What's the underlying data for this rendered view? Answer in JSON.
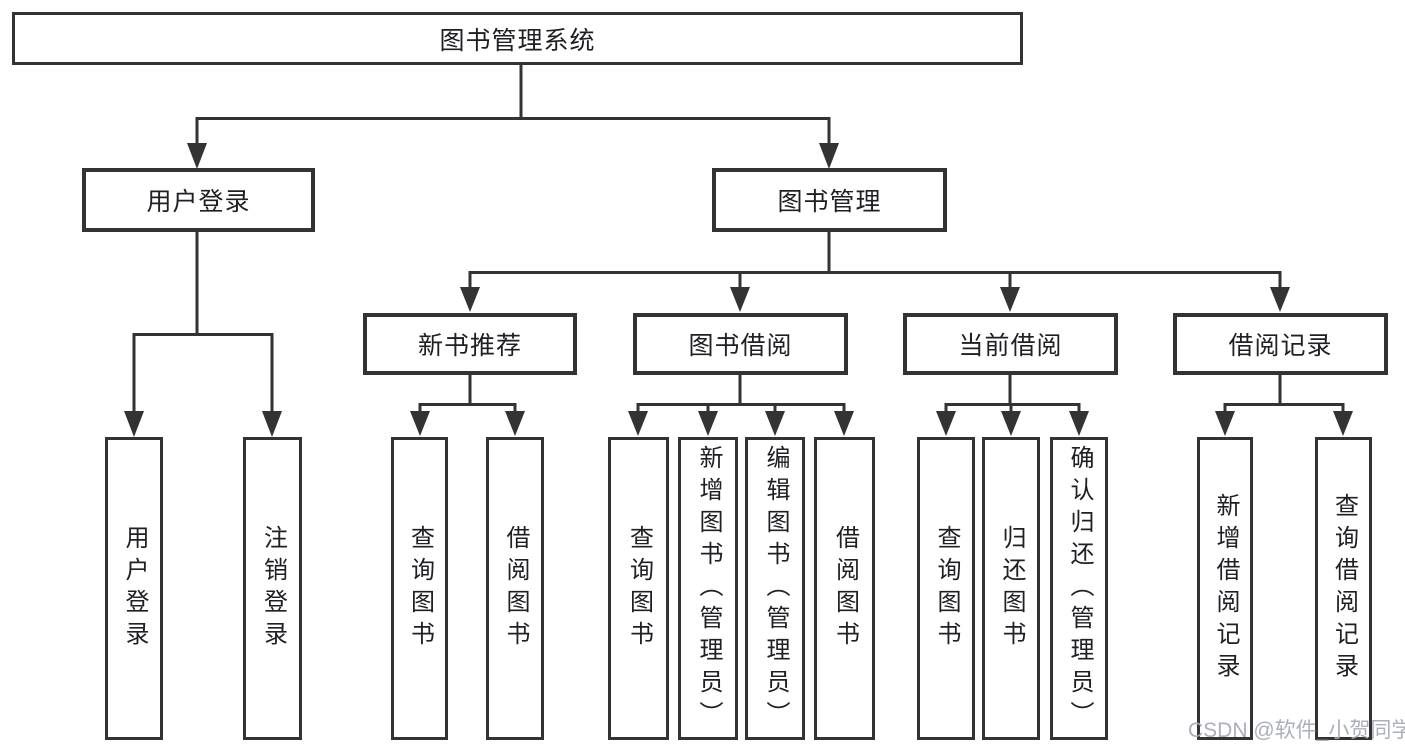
{
  "title": "图书管理系统",
  "watermark": "CSDN @软件_小贺同学",
  "colors": {
    "line": "#333333",
    "text": "#202024",
    "background": "#ffffff",
    "watermark": "#a8aab9"
  },
  "branches": {
    "user_login": {
      "label": "用户登录",
      "leaves": [
        "用户登录",
        "注销登录"
      ]
    },
    "book_management": {
      "label": "图书管理",
      "sections": [
        {
          "label": "新书推荐",
          "leaves": [
            "查询图书",
            "借阅图书"
          ]
        },
        {
          "label": "图书借阅",
          "leaves": [
            "查询图书",
            "新增图书（管理员）",
            "编辑图书（管理员）",
            "借阅图书"
          ]
        },
        {
          "label": "当前借阅",
          "leaves": [
            "查询图书",
            "归还图书",
            "确认归还（管理员）"
          ]
        },
        {
          "label": "借阅记录",
          "leaves": [
            "新增借阅记录",
            "查询借阅记录"
          ]
        }
      ]
    }
  }
}
